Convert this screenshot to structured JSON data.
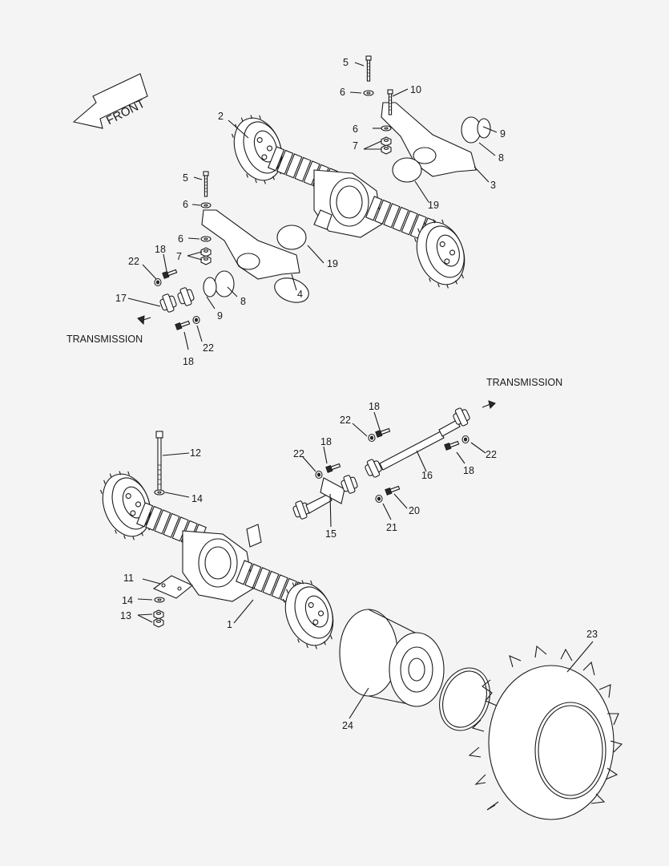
{
  "colors": {
    "background": "#f4f4f4",
    "line": "#1a1a1a",
    "fill": "#ffffff"
  },
  "front_label": "FRONT",
  "transmission_label": "TRANSMISSION",
  "callouts": {
    "c1": "1",
    "c2": "2",
    "c3": "3",
    "c4": "4",
    "c5": "5",
    "c6": "6",
    "c7": "7",
    "c8": "8",
    "c9": "9",
    "c10": "10",
    "c11": "11",
    "c12": "12",
    "c13": "13",
    "c14": "14",
    "c15": "15",
    "c16": "16",
    "c17": "17",
    "c18": "18",
    "c19": "19",
    "c20": "20",
    "c21": "21",
    "c22": "22",
    "c23": "23",
    "c24": "24"
  }
}
